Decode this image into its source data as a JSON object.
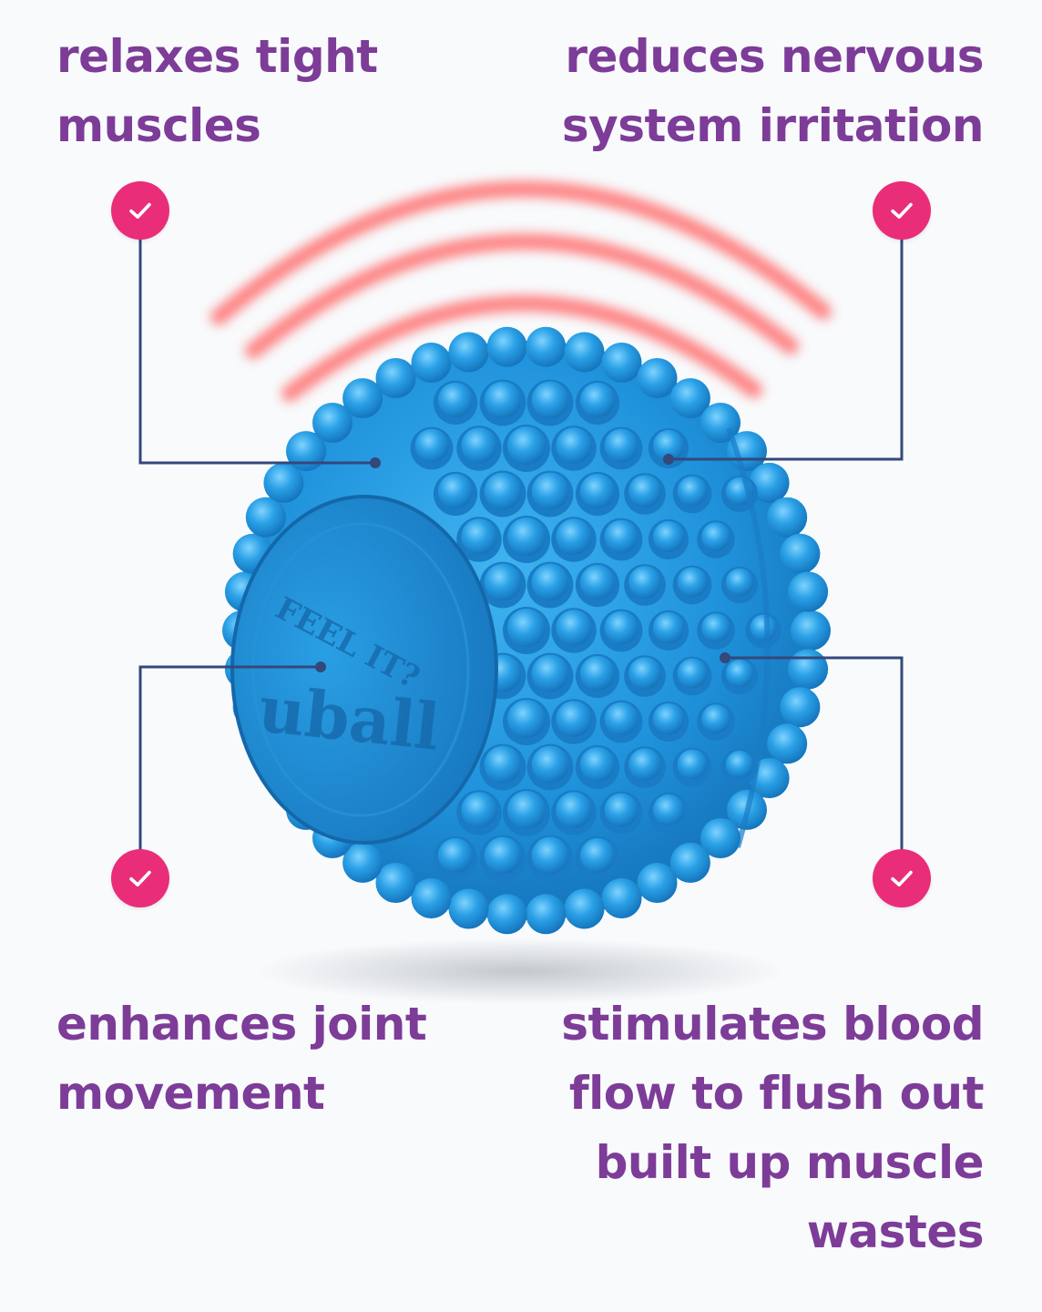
{
  "benefits": {
    "top_left": {
      "lines": [
        "relaxes tight",
        "muscles"
      ],
      "icon": "check-icon"
    },
    "top_right": {
      "lines": [
        "reduces nervous",
        "system irritation"
      ],
      "icon": "check-icon"
    },
    "bottom_left": {
      "lines": [
        "enhances joint",
        "movement"
      ],
      "icon": "check-icon"
    },
    "bottom_right": {
      "lines": [
        "stimulates blood",
        "flow to flush out",
        "built up muscle",
        "wastes"
      ],
      "icon": "check-icon"
    }
  },
  "colors": {
    "text": "#7d3c98",
    "check_badge": "#ea2d78",
    "ball": "#1e8fd8",
    "waves": "#ff6f6f",
    "connector_lines": "#34487a"
  }
}
